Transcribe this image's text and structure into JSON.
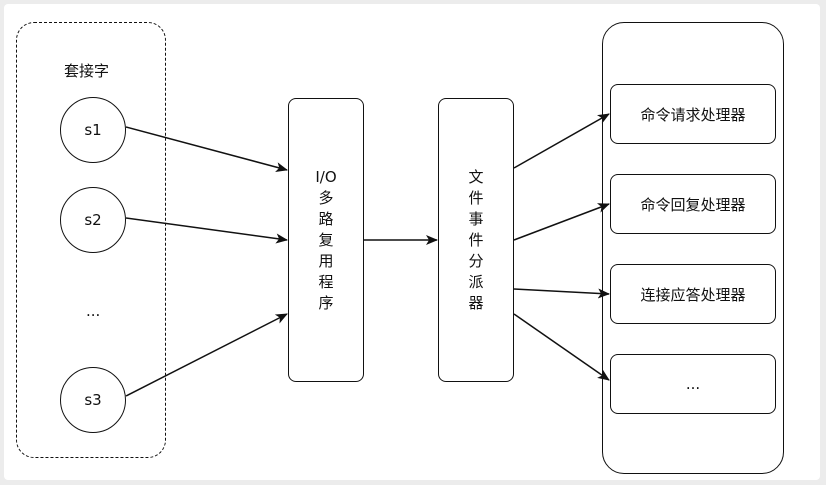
{
  "socket_group": {
    "title": "套接字",
    "sockets": [
      "s1",
      "s2",
      "s3"
    ],
    "ellipsis": "..."
  },
  "io_multiplexer": {
    "label": "I/O多路复用程序",
    "line1": "I/O",
    "chars": [
      "多",
      "路",
      "复",
      "用",
      "程",
      "序"
    ]
  },
  "event_dispatcher": {
    "label": "文件事件分派器",
    "chars": [
      "文",
      "件",
      "事",
      "件",
      "分",
      "派",
      "器"
    ]
  },
  "handlers": [
    "命令请求处理器",
    "命令回复处理器",
    "连接应答处理器",
    "..."
  ],
  "colors": {
    "stroke": "#111111",
    "background": "#ffffff",
    "frame": "#ececec"
  }
}
